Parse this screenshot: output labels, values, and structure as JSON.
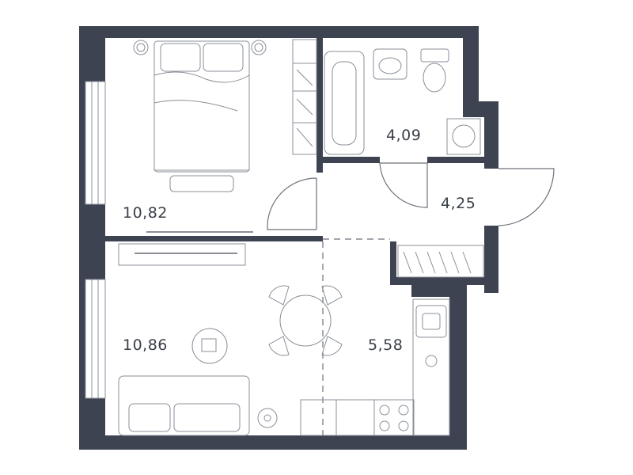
{
  "colors": {
    "wall": "#3d4350",
    "line": "#8a8f97",
    "text": "#3a3f47"
  },
  "rooms": [
    {
      "id": "bedroom",
      "area": "10,82"
    },
    {
      "id": "living-room",
      "area": "10,86"
    },
    {
      "id": "bathroom",
      "area": "4,09"
    },
    {
      "id": "hallway",
      "area": "4,25"
    },
    {
      "id": "kitchen",
      "area": "5,58"
    }
  ]
}
